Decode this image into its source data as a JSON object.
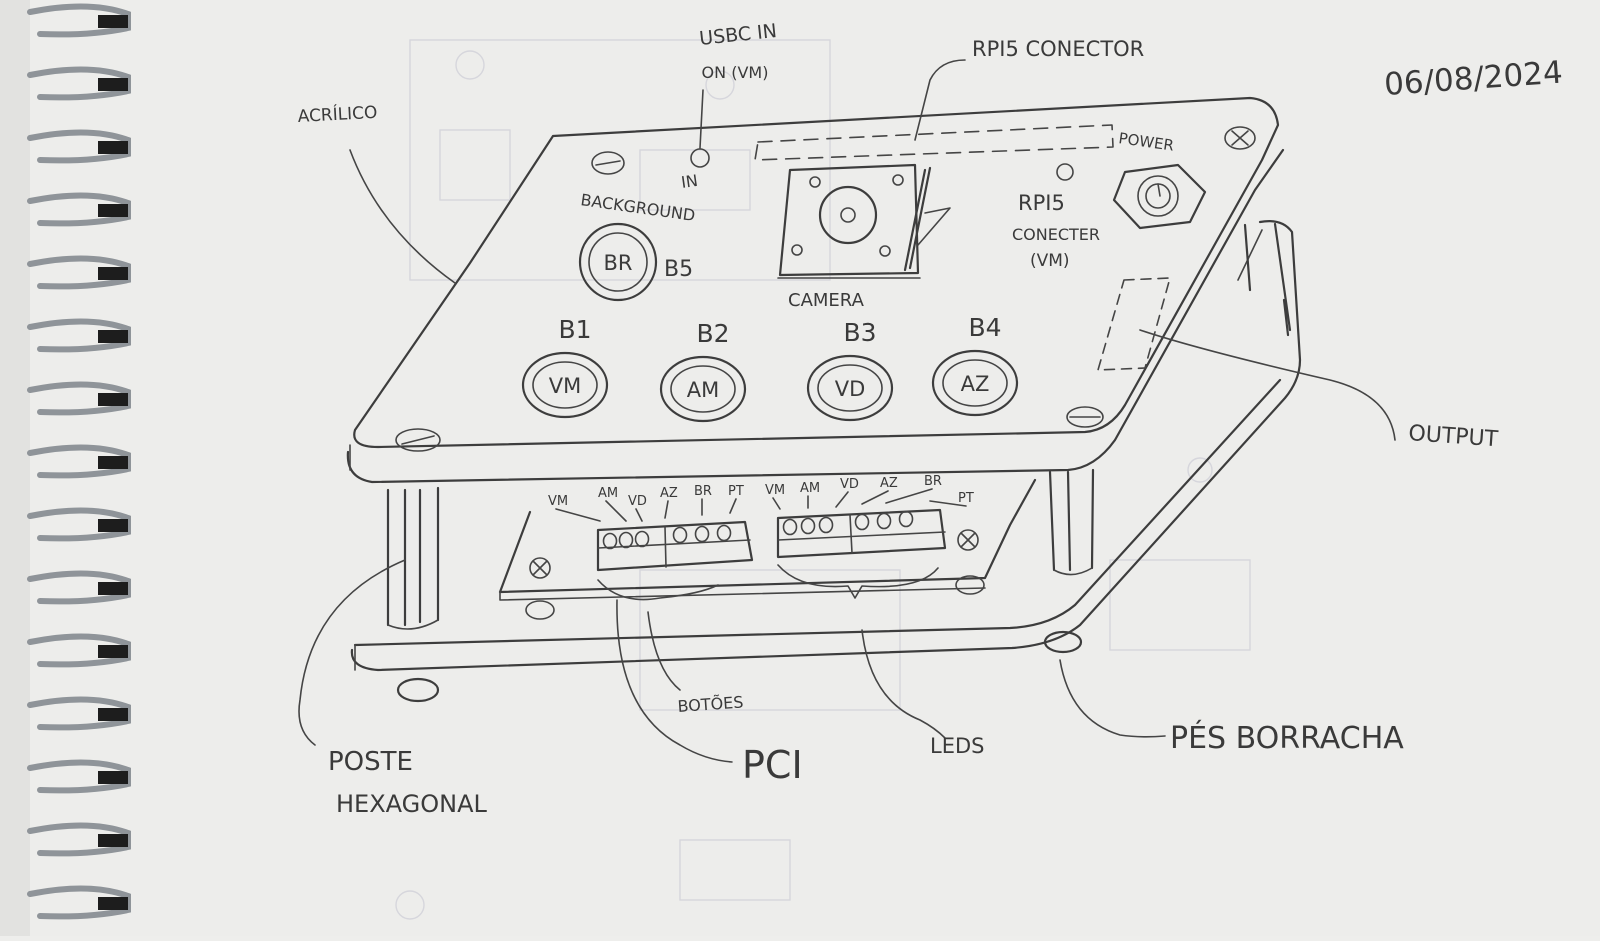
{
  "sketch": {
    "date": "06/08/2024",
    "board": {
      "material": "Acrílico",
      "usbc_label": "USBC IN",
      "usbc_led": "ON (VM)",
      "in_label": "IN",
      "rpi5_top": "RPi5 conector",
      "power": "Power",
      "background_label": "Background",
      "br_button": "BR",
      "b5": "B5",
      "camera": "Camera",
      "rpi5_side": "RPi5",
      "rpi5_conector": "conecter",
      "rpi5_vm": "(VM)",
      "output": "Output"
    },
    "buttons": [
      {
        "id": "B1",
        "cap": "VM"
      },
      {
        "id": "B2",
        "cap": "AM"
      },
      {
        "id": "B3",
        "cap": "VD"
      },
      {
        "id": "B4",
        "cap": "AZ"
      }
    ],
    "terminals_left": [
      "VM",
      "AM",
      "VD",
      "AZ",
      "BR",
      "Pt"
    ],
    "terminals_right": [
      "VM",
      "AM",
      "VD",
      "AZ",
      "BR",
      "Pt"
    ],
    "lower": {
      "pcb": "PCI",
      "botoes": "Botões",
      "leds": "LEDs",
      "feet": "Pés Borracha",
      "post_line1": "Poste",
      "post_line2": "Hexagonal"
    }
  }
}
